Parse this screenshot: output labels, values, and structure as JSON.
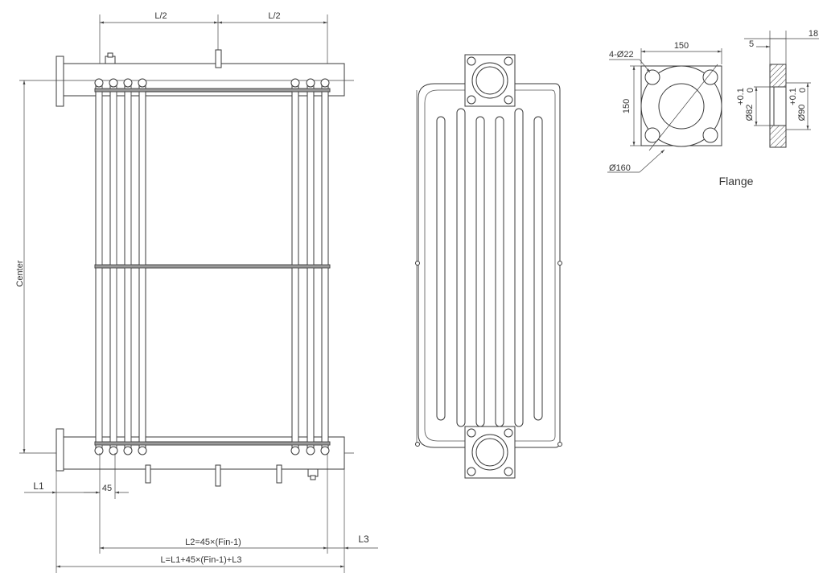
{
  "front_view": {
    "dim_half_left": "L/2",
    "dim_half_right": "L/2",
    "dim_center": "Center",
    "dim_l1": "L1",
    "dim_pitch": "45",
    "dim_l2": "L2=45×(Fin-1)",
    "dim_l3": "L3",
    "dim_total": "L=L1+45×(Fin-1)+L3"
  },
  "flange": {
    "dim_width": "150",
    "dim_height": "150",
    "dim_holes": "4-Ø22",
    "dim_outer_dia": "Ø160",
    "dim_thickness": "5",
    "dim_depth": "18",
    "dim_inner": "Ø82",
    "tol_inner": "+0.1",
    "tol_inner_low": "0",
    "dim_bore": "Ø90",
    "tol_bore": "+0.1",
    "tol_bore_low": "0",
    "caption": "Flange"
  }
}
